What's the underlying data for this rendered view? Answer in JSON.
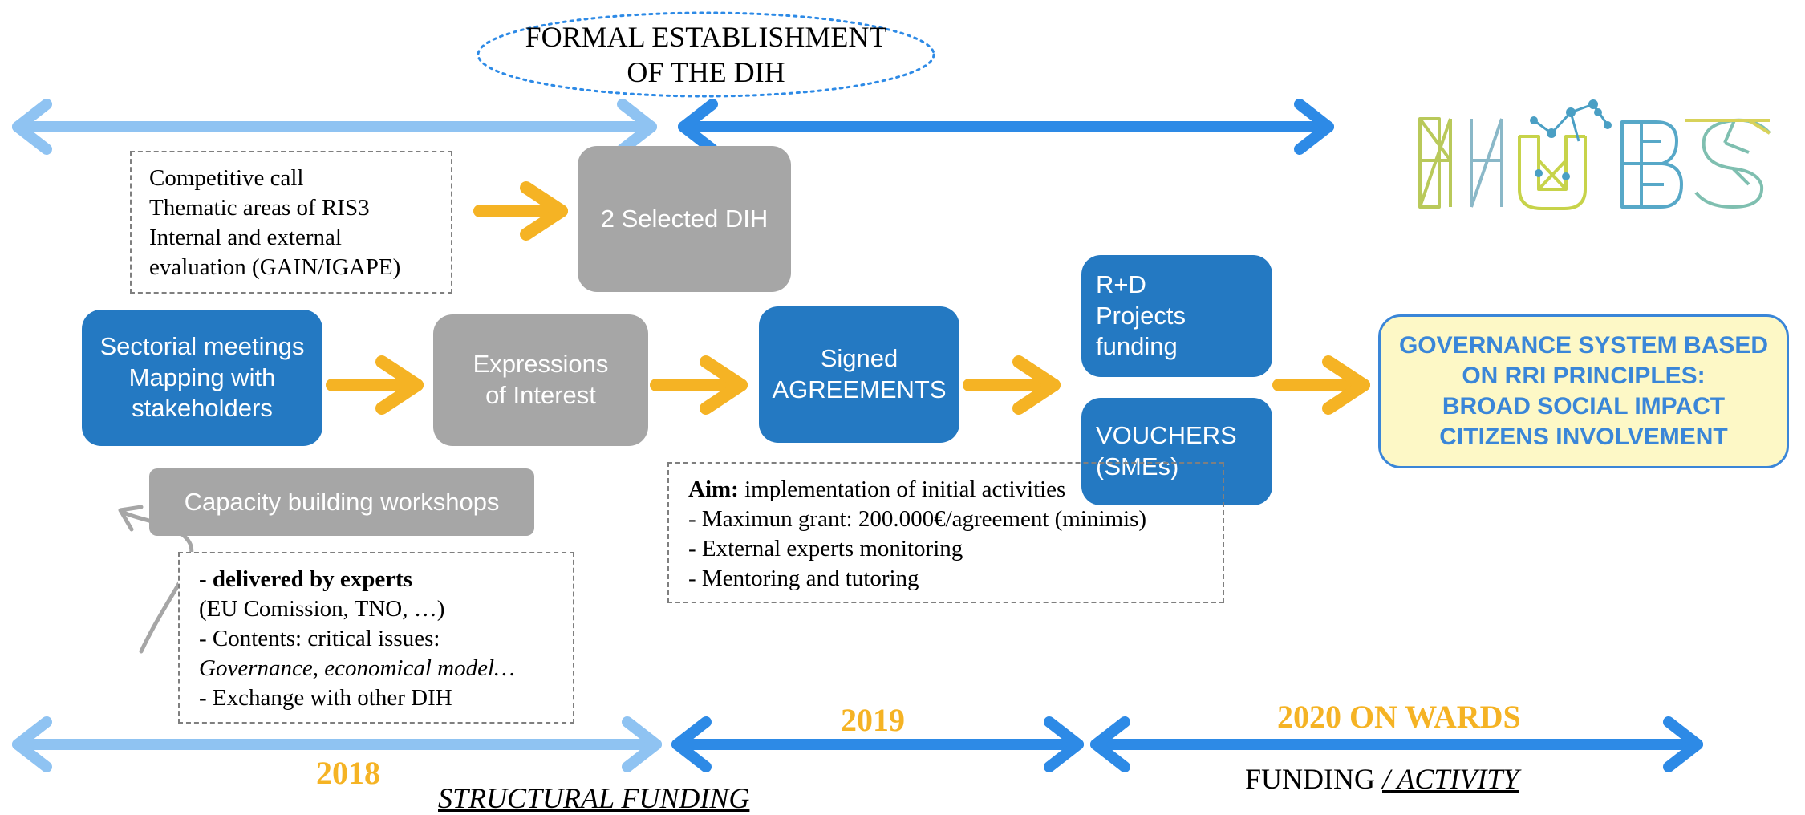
{
  "formal": {
    "line1": "FORMAL ESTABLISHMENT",
    "line2": "OF THE DIH"
  },
  "logo": {
    "text": "HUBS"
  },
  "call_note": {
    "lines": [
      "Competitive call",
      "Thematic areas of RIS3",
      "Internal and external",
      "evaluation (GAIN/IGAPE)"
    ]
  },
  "boxes": {
    "selected": "2 Selected DIH",
    "sectorial": "Sectorial meetings\nMapping with\nstakeholders",
    "expressions": "Expressions\nof Interest",
    "signed": "Signed\nAGREEMENTS",
    "rd": "R+D\nProjects\nfunding",
    "vouchers": "VOUCHERS\n(SMEs)",
    "governance": "GOVERNANCE SYSTEM BASED\nON RRI PRINCIPLES:\nBROAD SOCIAL IMPACT\nCITIZENS INVOLVEMENT",
    "capacity": "Capacity building workshops"
  },
  "experts_note": {
    "l1": "- delivered by experts",
    "l2": "(EU Comission, TNO, …)",
    "l3": "- Contents: critical issues:",
    "l4": "Governance, economical model…",
    "l5": "- Exchange with other DIH"
  },
  "aim_note": {
    "aim_label": "Aim:",
    "aim_text": " implementation of initial activities",
    "l2": "- Maximun grant: 200.000€/agreement (minimis)",
    "l3": "- External experts monitoring",
    "l4": "- Mentoring and tutoring"
  },
  "timeline": {
    "y2018": "2018",
    "y2019": "2019",
    "y2020": "2020 ON WARDS",
    "structural": "STRUCTURAL FUNDING",
    "funding_word": "FUNDING ",
    "funding_slash": "/",
    "activity": " ACTIVITY"
  },
  "colors": {
    "light_blue": "#8fc3f2",
    "blue": "#2d8ae6",
    "box_blue": "#2479c2",
    "gray": "#a6a6a6",
    "orange": "#f5b324",
    "governance_fill": "#fdf8c6",
    "governance_text": "#3a86d8"
  }
}
